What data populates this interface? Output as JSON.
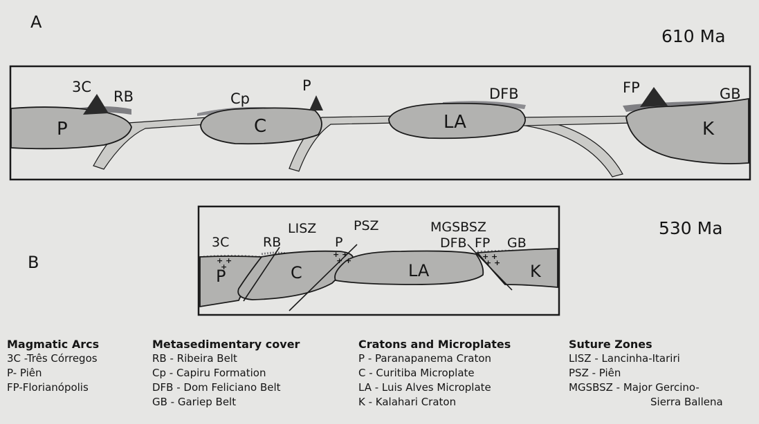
{
  "panel_a": {
    "letter": "A",
    "age": "610 Ma",
    "labels": {
      "c3": "3C",
      "rb": "RB",
      "cp": "Cp",
      "p_arc": "P",
      "dfb": "DFB",
      "fp": "FP",
      "gb": "GB"
    },
    "blocks": {
      "p": "P",
      "c": "C",
      "la": "LA",
      "k": "K"
    }
  },
  "panel_b": {
    "letter": "B",
    "age": "530 Ma",
    "labels": {
      "lisz": "LISZ",
      "psz": "PSZ",
      "mgsbsz": "MGSBSZ",
      "c3": "3C",
      "rb": "RB",
      "p_arc": "P",
      "dfb": "DFB",
      "fp": "FP",
      "gb": "GB"
    },
    "blocks": {
      "p": "P",
      "c": "C",
      "la": "LA",
      "k": "K"
    }
  },
  "legend": [
    {
      "heading": "Magmatic Arcs",
      "items": [
        "3C -Três Córregos",
        "P- Piên",
        "FP-Florianópolis"
      ]
    },
    {
      "heading": "Metasedimentary cover",
      "items": [
        "RB - Ribeira Belt",
        "Cp - Capiru Formation",
        "DFB - Dom Feliciano Belt",
        "GB - Gariep Belt"
      ]
    },
    {
      "heading": "Cratons and Microplates",
      "items": [
        "P - Paranapanema Craton",
        "C - Curitiba Microplate",
        "LA - Luis Alves Microplate",
        "K - Kalahari Craton"
      ]
    },
    {
      "heading": "Suture Zones",
      "items": [
        "LISZ - Lancinha-Itariri",
        "PSZ - Piên",
        "MGSBSZ - Major Gercino-",
        "Sierra Ballena"
      ]
    }
  ],
  "colors": {
    "block_fill": "#b2b2b0",
    "slab_fill": "#cbcbc8",
    "cover": "#7f7f83",
    "arc": "#2a2a2a",
    "line": "#1a1a1a"
  }
}
